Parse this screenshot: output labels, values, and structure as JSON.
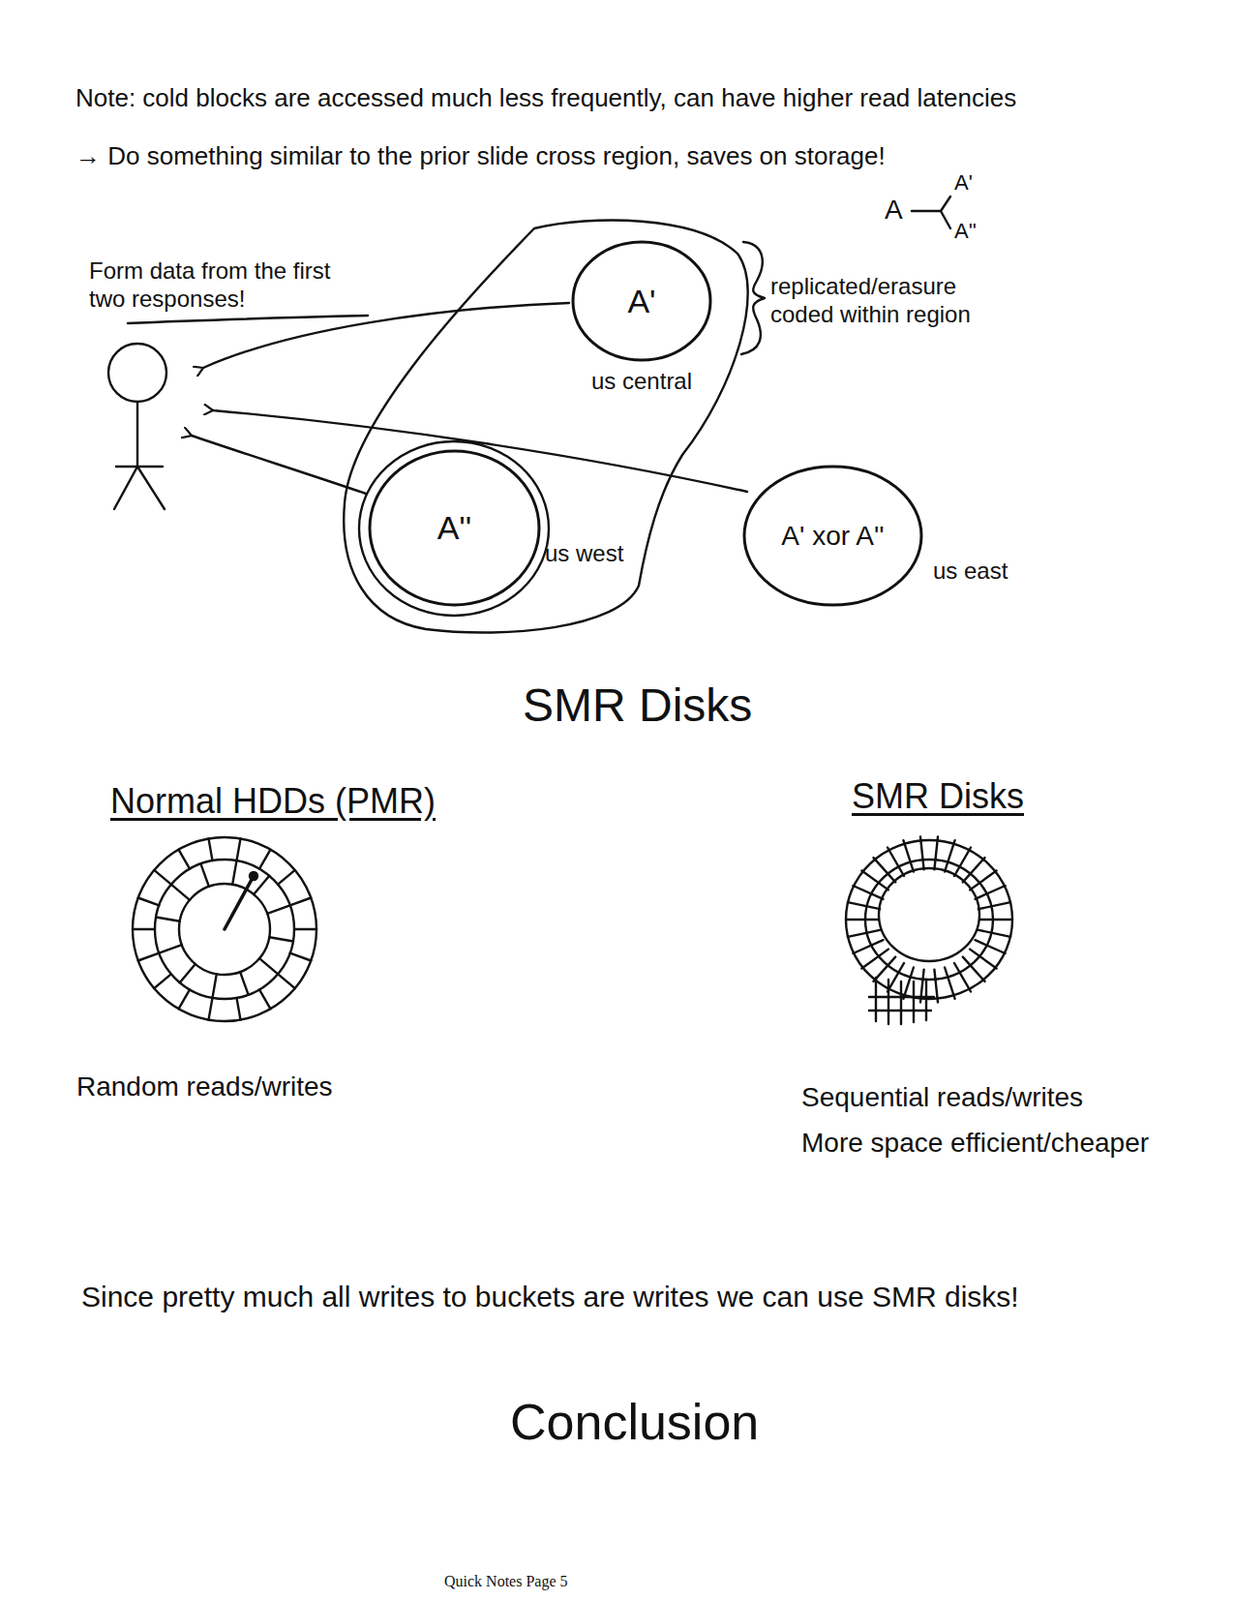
{
  "diagram": {
    "nodes": [
      {
        "text": [
          "A'",
          "us central"
        ]
      },
      {
        "text": [
          "A''",
          "us west"
        ]
      },
      {
        "text": [
          "A' xor A''",
          "us east"
        ]
      }
    ],
    "labels": [
      "Note: cold blocks are accessed much less frequently, can have higher read latencies",
      "→ Do something similar to the prior slide cross region, saves on storage!",
      "A",
      "A'",
      "A''",
      "Form data from the first two responses!",
      "replicated/erasure coded within region",
      "SMR Disks",
      "Normal HDDs (PMR)",
      "SMR Disks",
      "Random reads/writes",
      "Sequential reads/writes",
      "More space efficient/cheaper",
      "Since pretty much all writes to buckets are writes we can use SMR disks!",
      "Conclusion",
      "Quick Notes Page 5"
    ]
  }
}
